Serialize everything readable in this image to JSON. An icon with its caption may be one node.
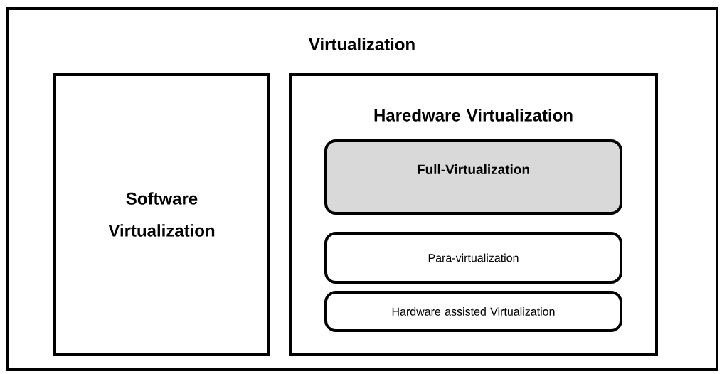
{
  "diagram": {
    "nodes": [
      {
        "text": [
          "Virtualization"
        ]
      },
      {
        "text": [
          "Software Virtualization"
        ],
        "in": 0
      },
      {
        "text": [
          "Haredware Virtualization"
        ],
        "in": 0
      },
      {
        "text": [
          "Full-Virtualization"
        ],
        "in": 2
      },
      {
        "text": [
          "Para-virtualization"
        ],
        "in": 2
      },
      {
        "text": [
          "Hardware assisted Virtualization"
        ],
        "in": 2
      }
    ]
  }
}
